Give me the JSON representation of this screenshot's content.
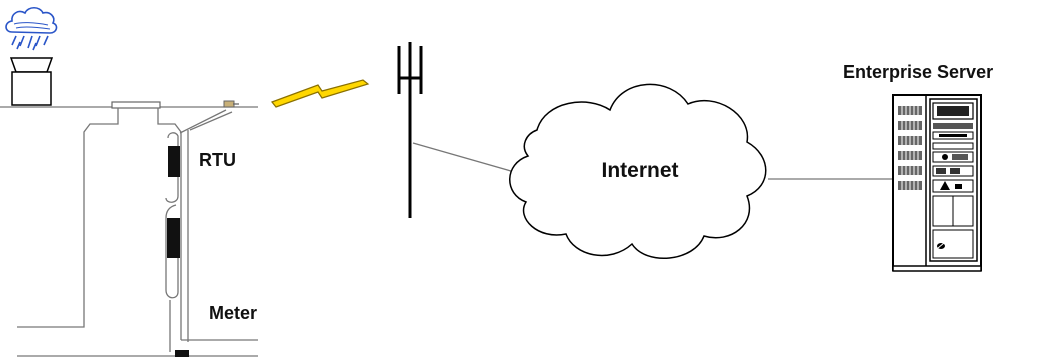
{
  "labels": {
    "rtu": "RTU",
    "meter": "Meter",
    "internet": "Internet",
    "enterprise_server": "Enterprise Server"
  },
  "icons": {
    "weather": "rain-cloud-icon",
    "sensor": "weather-sensor-icon",
    "wireless": "wireless-signal-icon",
    "tower": "cell-tower-icon",
    "cloud": "internet-cloud-icon",
    "server": "server-rack-icon"
  },
  "colors": {
    "wireless_signal": "#ffd700",
    "cloud_rain": "#2a55c8",
    "line": "#777777",
    "device": "#111111"
  }
}
